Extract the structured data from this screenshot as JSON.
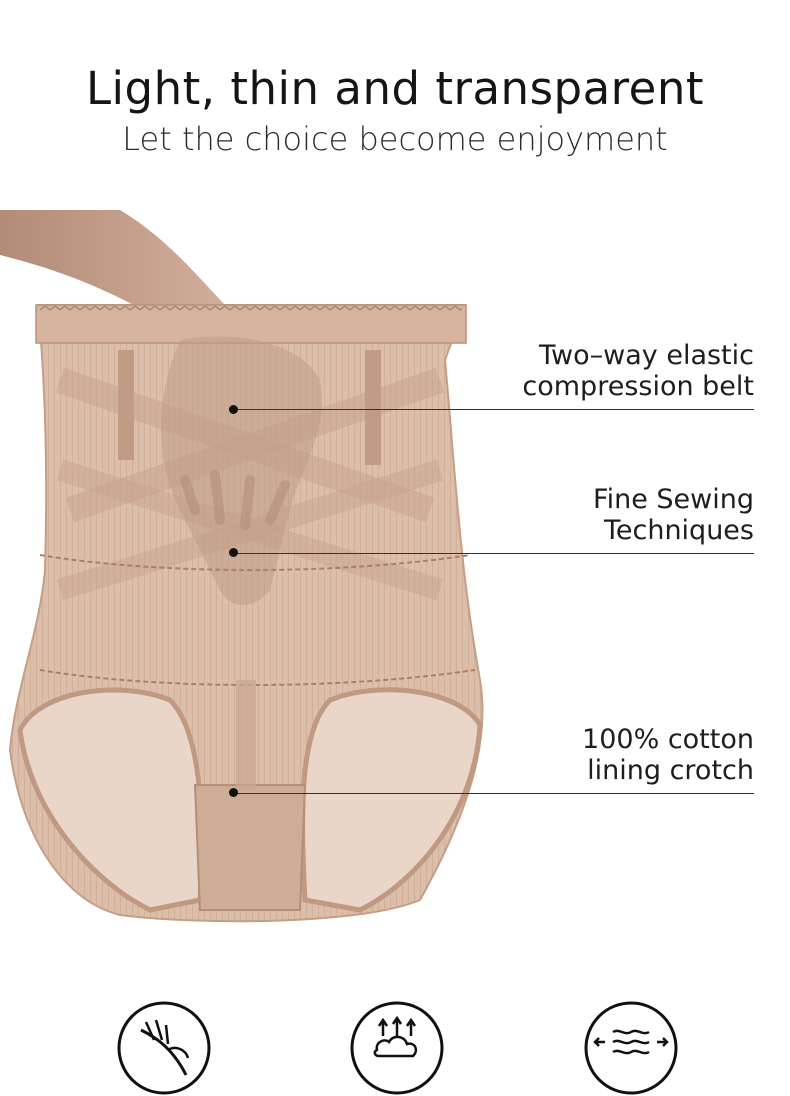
{
  "header": {
    "title": "Light, thin and transparent",
    "subtitle": "Let the choice become enjoyment"
  },
  "callouts": [
    {
      "line1": "Two–way elastic",
      "line2": "compression belt"
    },
    {
      "line1": "Fine Sewing",
      "line2": "Techniques"
    },
    {
      "line1": "100% cotton",
      "line2": "lining crotch"
    }
  ],
  "feature_icons": [
    {
      "icon": "feather-icon"
    },
    {
      "icon": "breathable-icon"
    },
    {
      "icon": "stretch-icon"
    }
  ],
  "colors": {
    "fabric": "#d9b9a3",
    "fabric_dark": "#c49e86",
    "skin": "#c9a190",
    "text": "#1a1a1a"
  }
}
